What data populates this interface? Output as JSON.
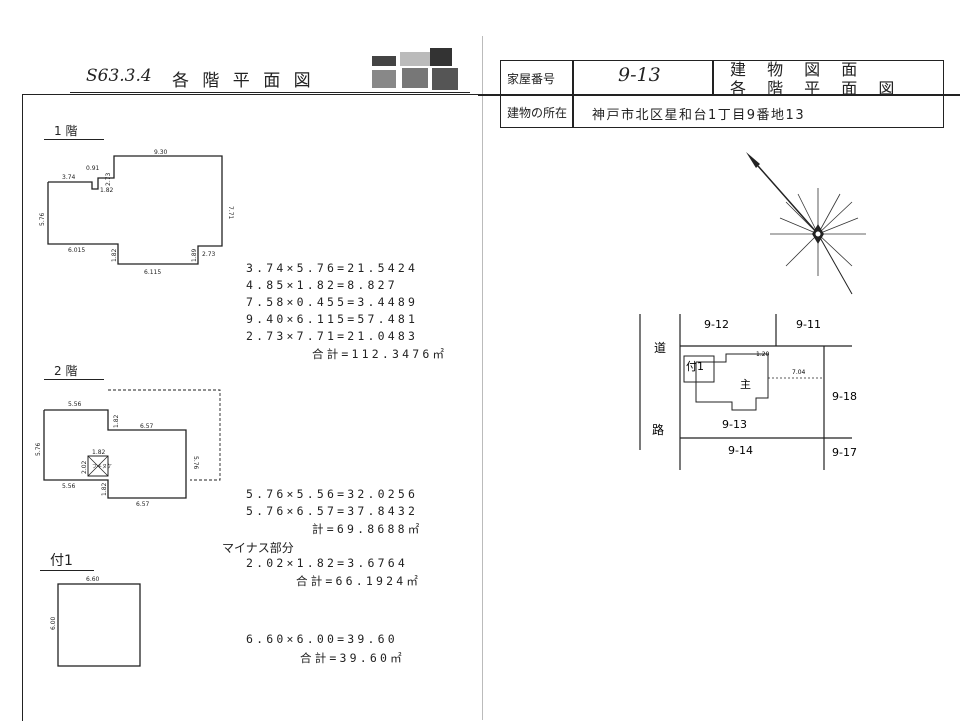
{
  "header": {
    "date_handwritten": "S63.3.4",
    "left_title": "各 階 平 面 図",
    "right_title_line1": "建 物 図 面",
    "right_title_line2": "各 階 平 面 図"
  },
  "info_table": {
    "house_number_label": "家屋番号",
    "house_number_value": "9-13",
    "location_label": "建物の所在",
    "location_value": "神戸市北区星和台1丁目9番地13"
  },
  "floor1": {
    "label": "1 階",
    "dims": {
      "top": "9.30",
      "small_top": "0.91",
      "left_top": "3.74",
      "notch_v": "2.73",
      "notch_h": "1.82",
      "left_side": "5.76",
      "right_side": "7.71",
      "bottom_left": "6.015",
      "bottom_mid": "6.115",
      "bottom_notch_v1": "1.82",
      "bottom_notch_v2": "1.89",
      "bottom_right": "2.73"
    },
    "calcs": [
      "3.74×5.76=21.5424",
      "4.85×1.82=8.827",
      "7.58×0.455=3.4489",
      "9.40×6.115=57.481",
      "2.73×7.71=21.0483"
    ],
    "total": "合計=112.3476㎡"
  },
  "floor2": {
    "label": "2 階",
    "dims": {
      "top_left": "5.56",
      "left_side": "5.76",
      "bottom_left": "5.56",
      "notch_v": "1.82",
      "mid_top": "6.57",
      "right_side": "5.76",
      "bottom_right": "6.57",
      "bottom_notch_v": "1.82",
      "fukinuke_w": "1.82",
      "fukinuke_h": "2.02",
      "fukinuke_label": "フキヌケ"
    },
    "calcs": [
      "5.76×5.56=32.0256",
      "5.76×6.57=37.8432"
    ],
    "subtotal": "計=69.8688㎡",
    "minus_label": "マイナス部分",
    "minus_calc": "2.02×1.82=3.6764",
    "total": "合計=66.1924㎡"
  },
  "annex": {
    "label": "付1",
    "dims": {
      "top": "6.60",
      "side": "6.00"
    },
    "calc": "6.60×6.00=39.60",
    "total": "合計=39.60㎡"
  },
  "site_map": {
    "road_label_1": "道",
    "road_label_2": "路",
    "lots": [
      "9-12",
      "9-11",
      "9-18",
      "9-13",
      "9-14",
      "9-17"
    ],
    "annex_label": "付1",
    "main_label": "主",
    "dim_1": "1.20",
    "dim_2": "7.04"
  }
}
